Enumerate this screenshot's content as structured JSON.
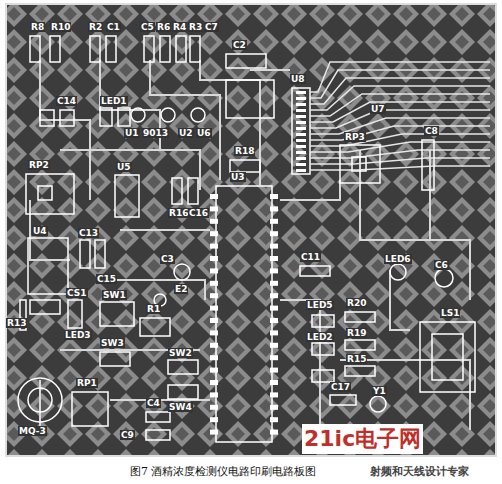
{
  "diagram": {
    "caption": "图7 酒精浓度检测仪电路印刷电路板图",
    "labels": [
      "R8",
      "R10",
      "R2",
      "C1",
      "C5",
      "R6",
      "R4",
      "R3",
      "C7",
      "C2",
      "U8",
      "C14",
      "LED1",
      "U1",
      "9013",
      "U2",
      "U6",
      "R18",
      "U7",
      "RP3",
      "C8",
      "RP2",
      "U5",
      "R16",
      "C16",
      "U3",
      "U4",
      "C13",
      "C15",
      "C3",
      "E2",
      "R13",
      "C11",
      "LED6",
      "C6",
      "SW1",
      "CS1",
      "LED3",
      "R1",
      "LED5",
      "R20",
      "LED2",
      "R19",
      "R15",
      "LS1",
      "SW2",
      "SW3",
      "SW4",
      "RP1",
      "C4",
      "C9",
      "C17",
      "Y1",
      "MQ-3",
      "21ic电子网",
      "射频和天线设计专家"
    ]
  }
}
